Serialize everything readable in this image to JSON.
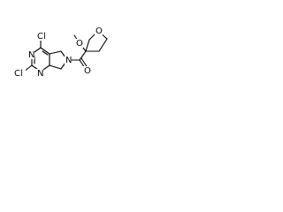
{
  "structure": {
    "atoms": {
      "cl_top": "Cl",
      "n_upper": "N",
      "cl_left": "Cl",
      "n_lower": "N",
      "n_ring": "N",
      "o_ring": "O",
      "o_methoxy": "O",
      "carbonyl_o": "O"
    }
  }
}
